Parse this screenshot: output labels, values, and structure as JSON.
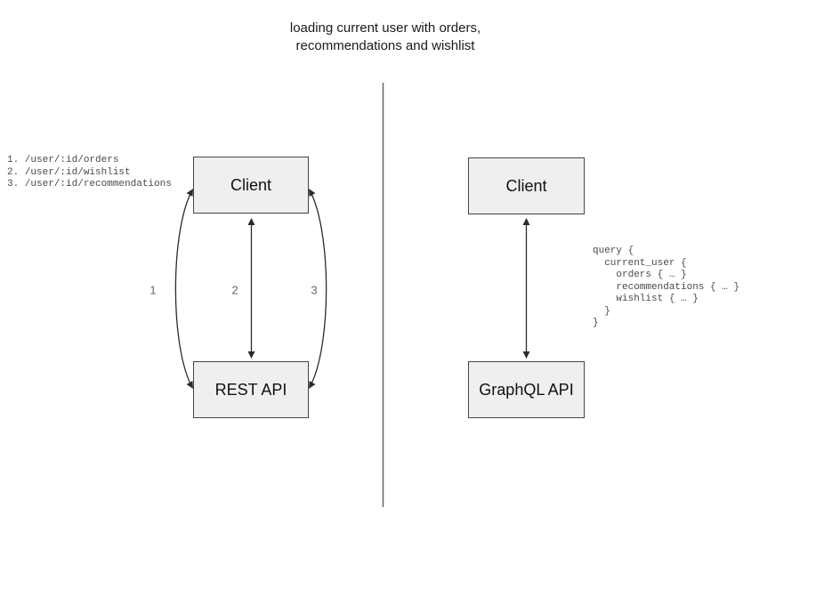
{
  "title": {
    "line1": "loading current user with orders,",
    "line2": "recommendations and wishlist"
  },
  "left_panel": {
    "endpoints": [
      "1. /user/:id/orders",
      "2. /user/:id/wishlist",
      "3. /user/:id/recommendations"
    ],
    "client_label": "Client",
    "api_label": "REST API",
    "arrow_labels": [
      "1",
      "2",
      "3"
    ]
  },
  "right_panel": {
    "client_label": "Client",
    "api_label": "GraphQL API",
    "query": [
      "query {",
      "  current_user {",
      "    orders { … }",
      "    recommendations { … }",
      "    wishlist { … }",
      "  }",
      "}"
    ]
  },
  "colors": {
    "box_fill": "#efefef",
    "box_border": "#454545",
    "arrow": "#2b2b2b",
    "divider": "#666666",
    "muted_text": "#4a4a4a",
    "label_gray": "#666666"
  }
}
